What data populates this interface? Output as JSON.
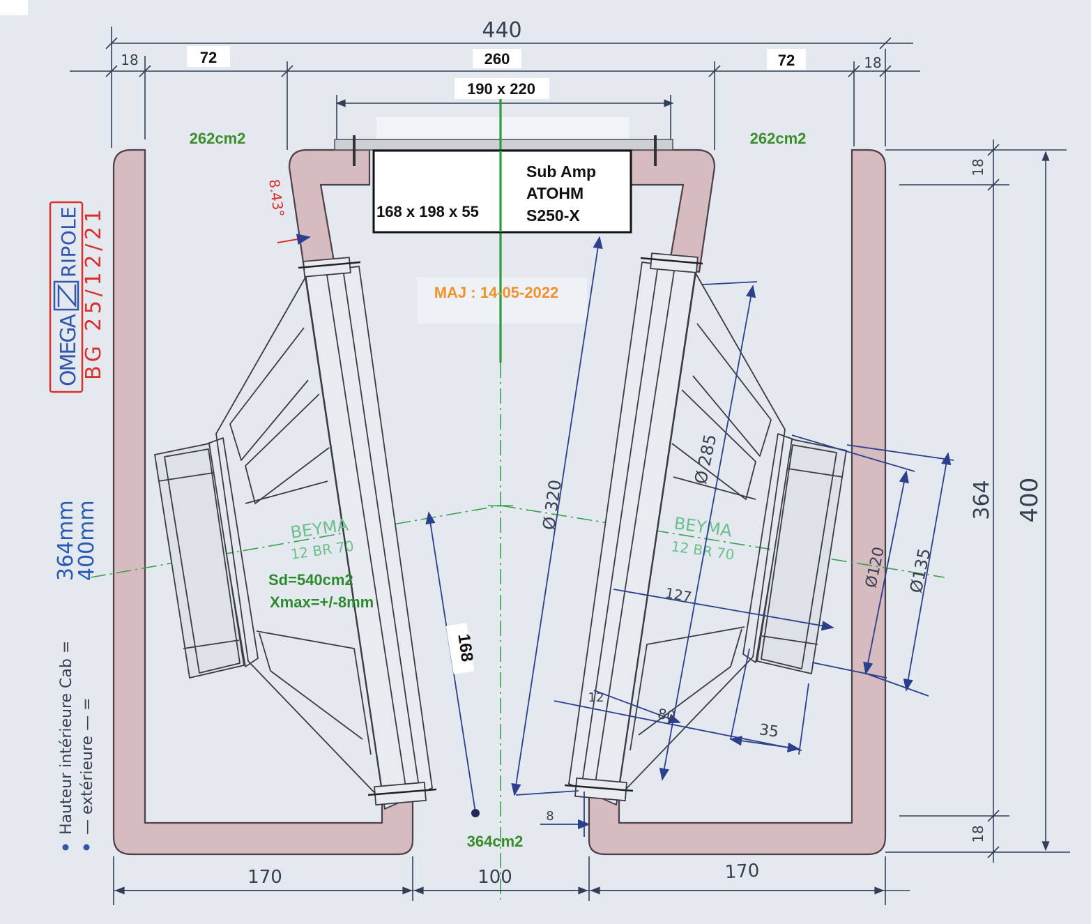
{
  "top_dims": {
    "overall": "440",
    "left_wall": "18",
    "left_port": "72",
    "center": "260",
    "right_port": "72",
    "right_wall": "18",
    "plate": "190 x 220"
  },
  "ports": {
    "left": "262cm2",
    "right": "262cm2",
    "bottom": "364cm2"
  },
  "amp": {
    "name_line1": "Sub Amp",
    "name_line2": "ATOHM",
    "name_line3": "S250-X",
    "size": "168 x 198 x 55"
  },
  "baffle_angle": "8.43°",
  "update": "MAJ : 14-05-2022",
  "logo": {
    "word_left": "OMEGA",
    "word_right": "RIPOLE",
    "signature": "BG 25/12/21"
  },
  "height_note": {
    "line1_label": "Hauteur intérieure Cab =",
    "line1_value": "364mm",
    "line2_label": "— extérieure — =",
    "line2_value": "400mm"
  },
  "drivers": [
    {
      "brand": "BEYMA",
      "model": "12 BR 70"
    },
    {
      "brand": "BEYMA",
      "model": "12 BR 70"
    }
  ],
  "driver_specs": {
    "sd": "Sd=540cm2",
    "xmax": "Xmax=+/-8mm"
  },
  "driver_dims": {
    "spacing": "168",
    "frame_diameter": "Ø 320",
    "cutout_diameter": "Ø 285",
    "magnet_diameter_inner": "Ø120",
    "magnet_diameter_outer": "Ø135",
    "depth": "127",
    "flange": "12",
    "basket": "80",
    "magnet_depth": "35",
    "gap": "8"
  },
  "side_dims": {
    "top_wall": "18",
    "inner_height": "364",
    "outer_height": "400",
    "bottom_wall": "18"
  },
  "bottom_dims": {
    "left": "170",
    "opening": "100",
    "right": "170"
  },
  "colors": {
    "background": "#e4e9ef",
    "wall": "#d6bbc1",
    "dimension": "#343d56",
    "driver_dimension": "#2b3f8c",
    "port_label": "#3b8d2c",
    "center_line": "#2e9a3e",
    "update_label": "#f0922b",
    "angle_label": "#d9302a",
    "logo_blue": "#3355aa",
    "logo_red": "#d9302a"
  }
}
